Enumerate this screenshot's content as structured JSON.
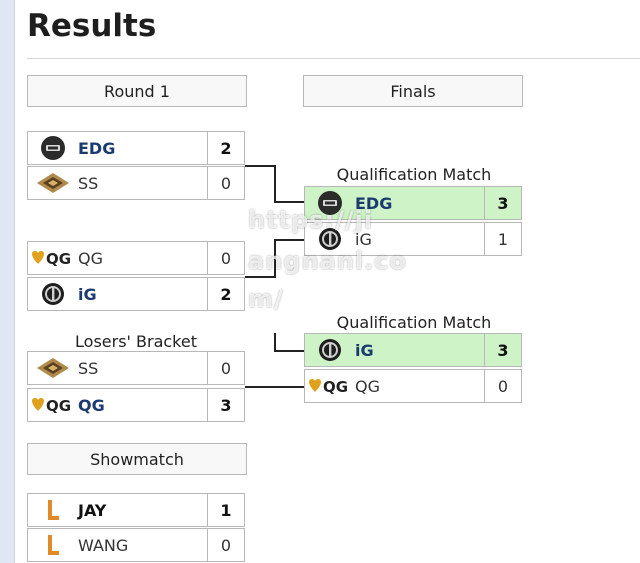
{
  "page": {
    "title": "Results"
  },
  "headers": {
    "round1": "Round 1",
    "finals": "Finals",
    "showmatch": "Showmatch"
  },
  "labels": {
    "losers_bracket": "Losers' Bracket",
    "qual_match_1": "Qualification Match",
    "qual_match_2": "Qualification Match"
  },
  "round1": {
    "match1": [
      {
        "team": "EDG",
        "score": "2",
        "logo": "edg-logo-icon"
      },
      {
        "team": "SS",
        "score": "0",
        "logo": "ss-logo-icon"
      }
    ],
    "match2": [
      {
        "team": "QG",
        "score": "0",
        "logo": "qg-logo-icon"
      },
      {
        "team": "iG",
        "score": "2",
        "logo": "ig-logo-icon"
      }
    ]
  },
  "losers": [
    {
      "team": "SS",
      "score": "0",
      "logo": "ss-logo-icon"
    },
    {
      "team": "QG",
      "score": "3",
      "logo": "qg-logo-icon"
    }
  ],
  "finals": {
    "match1": [
      {
        "team": "EDG",
        "score": "3",
        "logo": "edg-logo-icon"
      },
      {
        "team": "iG",
        "score": "1",
        "logo": "ig-logo-icon"
      }
    ],
    "match2": [
      {
        "team": "iG",
        "score": "3",
        "logo": "ig-logo-icon"
      },
      {
        "team": "QG",
        "score": "0",
        "logo": "qg-logo-icon"
      }
    ]
  },
  "showmatch": [
    {
      "team": "JAY",
      "score": "1",
      "logo": "l-logo-icon"
    },
    {
      "team": "WANG",
      "score": "0",
      "logo": "l-logo-icon"
    }
  ],
  "colors": {
    "winner_bg": "#cdf3c7",
    "winner_text": "#1b3b6e",
    "border": "#b8b8b8",
    "connector": "#222222"
  },
  "watermark": {
    "line1": "https://ji",
    "line2": "angnanl.co",
    "line3": "m/"
  }
}
